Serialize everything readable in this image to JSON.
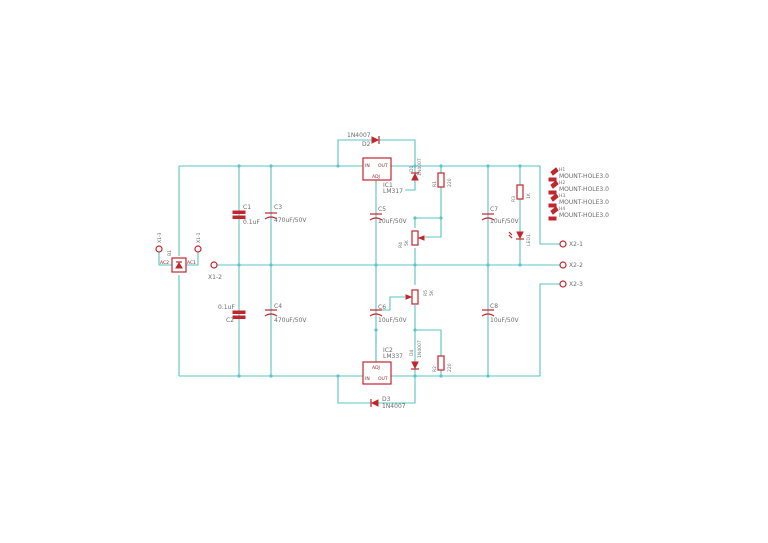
{
  "components": {
    "d2": {
      "name": "D2",
      "value": "1N4007"
    },
    "d3": {
      "name": "D3",
      "value": "1N4007"
    },
    "d1": {
      "name": "D1",
      "value": "1N4007"
    },
    "d4": {
      "name": "D4",
      "value": "1N4007"
    },
    "ic1": {
      "name": "IC1",
      "value": "LM317",
      "pin_in": "IN",
      "pin_out": "OUT",
      "pin_adj": "ADJ"
    },
    "ic2": {
      "name": "IC2",
      "value": "LM337",
      "pin_in": "IN",
      "pin_out": "OUT",
      "pin_adj": "ADJ"
    },
    "c1": {
      "name": "C1",
      "value": "0.1uF"
    },
    "c2": {
      "name": "C2",
      "value": "0.1uF"
    },
    "c3": {
      "name": "C3",
      "value": "470uF/50V"
    },
    "c4": {
      "name": "C4",
      "value": "470uF/50V"
    },
    "c5": {
      "name": "C5",
      "value": "10uF/50V"
    },
    "c6": {
      "name": "C6",
      "value": "10uF/50V"
    },
    "c7": {
      "name": "C7",
      "value": "10uF/50V"
    },
    "c8": {
      "name": "C8",
      "value": "10uF/50V"
    },
    "r1": {
      "name": "R1",
      "value": "220"
    },
    "r2": {
      "name": "R2",
      "value": "220"
    },
    "r3": {
      "name": "R3",
      "value": "1K"
    },
    "r4": {
      "name": "R4",
      "value": "5K"
    },
    "r5": {
      "name": "R5",
      "value": "5K"
    },
    "led1": {
      "name": "LED1"
    },
    "b1": {
      "name": "B1",
      "pin_ac1": "AC1",
      "pin_ac2": "AC2"
    },
    "connectors": {
      "x1_1": "X1-1",
      "x1_2": "X1-2",
      "x1_3": "X1-3",
      "x2_1": "X2-1",
      "x2_2": "X2-2",
      "x2_3": "X2-3"
    },
    "holes": [
      {
        "name": "H1",
        "value": "MOUNT-HOLE3.0"
      },
      {
        "name": "H2",
        "value": "MOUNT-HOLE3.0"
      },
      {
        "name": "H3",
        "value": "MOUNT-HOLE3.0"
      },
      {
        "name": "H4",
        "value": "MOUNT-HOLE3.0"
      }
    ]
  },
  "colors": {
    "wire": "#5bc4c4",
    "symbol": "#c0262d",
    "text": "#6b6b6b"
  }
}
